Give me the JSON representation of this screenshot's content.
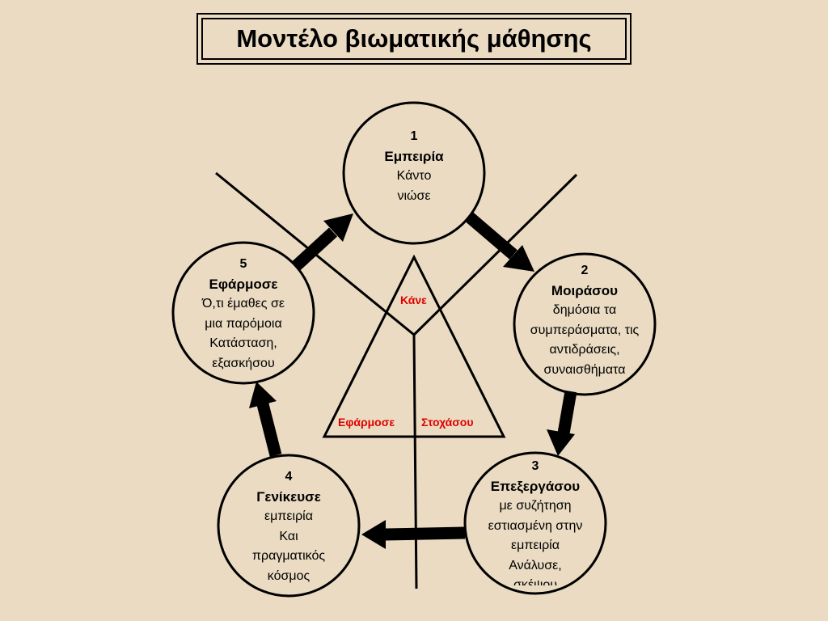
{
  "title": "Μοντέλο βιωματικής μάθησης",
  "nodes": [
    {
      "number": "1",
      "name": "Εμπειρία",
      "lines": [
        "Κάντο",
        "νιώσε"
      ]
    },
    {
      "number": "2",
      "name": "Μοιράσου",
      "lines": [
        "δημόσια τα",
        "συμπεράσματα, τις",
        "αντιδράσεις,",
        "συναισθήματα"
      ]
    },
    {
      "number": "3",
      "name": "Επεξεργάσου",
      "lines": [
        "με συζήτηση",
        "εστιασμένη στην",
        "εμπειρία",
        "Ανάλυσε,",
        "σκέψου"
      ]
    },
    {
      "number": "4",
      "name": "Γενίκευσε",
      "lines": [
        "εμπειρία",
        "Και",
        "πραγματικός",
        "κόσμος"
      ]
    },
    {
      "number": "5",
      "name": "Εφάρμοσε",
      "lines": [
        "Ό,τι έμαθες σε",
        "μια παρόμοια",
        "Κατάσταση,",
        "εξασκήσου"
      ]
    }
  ],
  "triangle": {
    "top_label": "Κάνε",
    "left_label": "Εφάρμοσε",
    "right_label": "Στοχάσου"
  },
  "colors": {
    "background": "#eadbc2",
    "ink": "#000000",
    "accent": "#e00000"
  }
}
